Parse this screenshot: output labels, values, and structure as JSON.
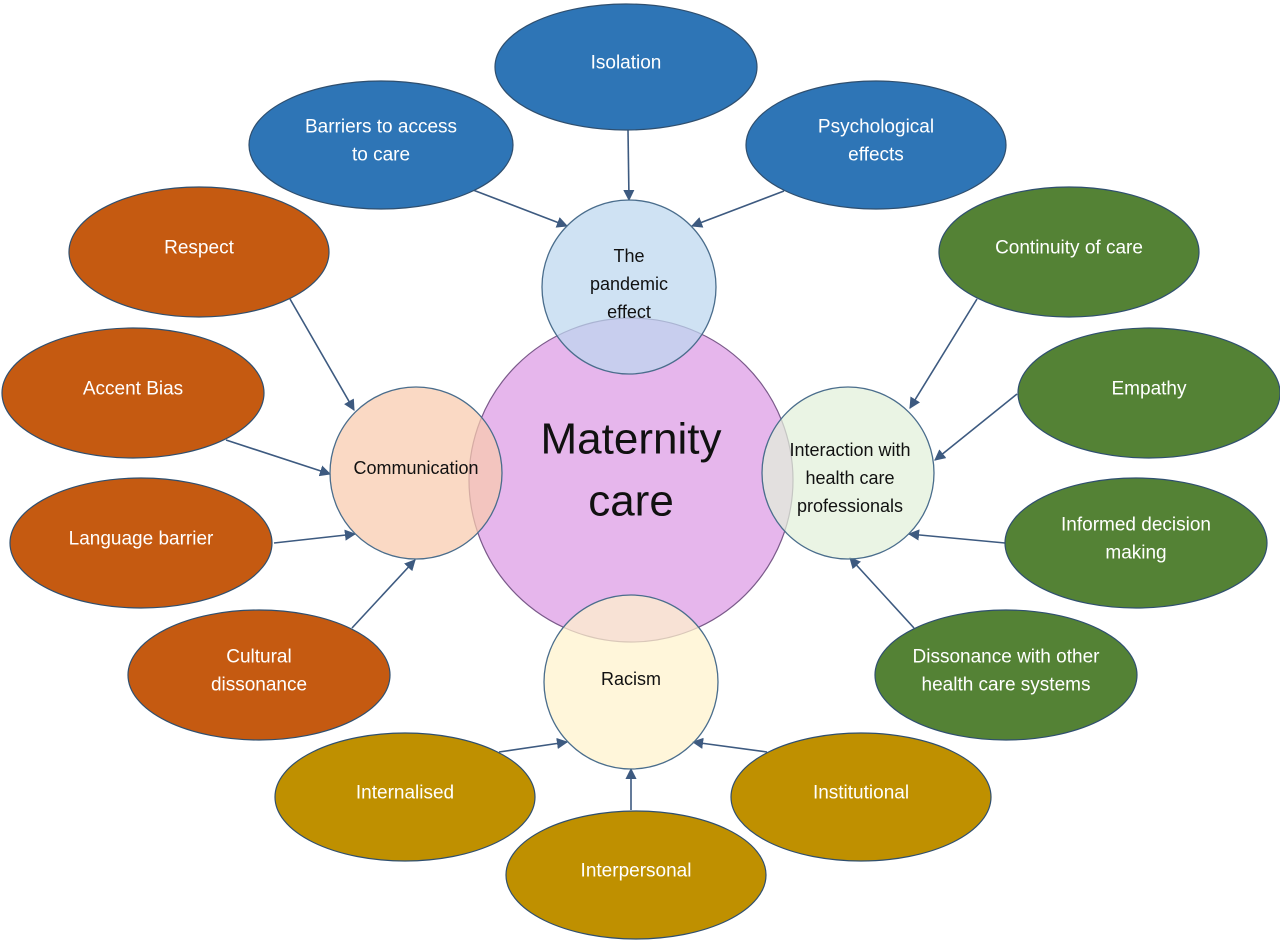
{
  "center": {
    "lines": [
      "Maternity",
      "care"
    ]
  },
  "hubs": {
    "pandemic": {
      "lines": [
        "The",
        "pandemic",
        "effect"
      ]
    },
    "communication": {
      "lines": [
        "Communication"
      ]
    },
    "interaction": {
      "lines": [
        "Interaction with",
        "health care",
        "professionals"
      ]
    },
    "racism": {
      "lines": [
        "Racism"
      ]
    }
  },
  "themes": {
    "pandemic": [
      {
        "lines": [
          "Isolation"
        ]
      },
      {
        "lines": [
          "Barriers to access",
          "to care"
        ]
      },
      {
        "lines": [
          "Psychological",
          "effects"
        ]
      }
    ],
    "communication": [
      {
        "lines": [
          "Respect"
        ]
      },
      {
        "lines": [
          "Accent Bias"
        ]
      },
      {
        "lines": [
          "Language barrier"
        ]
      },
      {
        "lines": [
          "Cultural",
          "dissonance"
        ]
      }
    ],
    "interaction": [
      {
        "lines": [
          "Continuity of care"
        ]
      },
      {
        "lines": [
          "Empathy"
        ]
      },
      {
        "lines": [
          "Informed decision",
          "making"
        ]
      },
      {
        "lines": [
          "Dissonance with other",
          "health care systems"
        ]
      }
    ],
    "racism": [
      {
        "lines": [
          "Internalised"
        ]
      },
      {
        "lines": [
          "Interpersonal"
        ]
      },
      {
        "lines": [
          "Institutional"
        ]
      }
    ]
  },
  "colors": {
    "blue": "#2e75b6",
    "orange": "#c55a11",
    "green": "#548235",
    "gold": "#bf9000",
    "center_fill": "#e6b6ec",
    "pandemic_hub": "#bdd7ee",
    "communication_hub": "#f8cbad",
    "interaction_hub": "#e2f0d9",
    "racism_hub": "#fff2cc",
    "arrow": "#3d5a80"
  }
}
